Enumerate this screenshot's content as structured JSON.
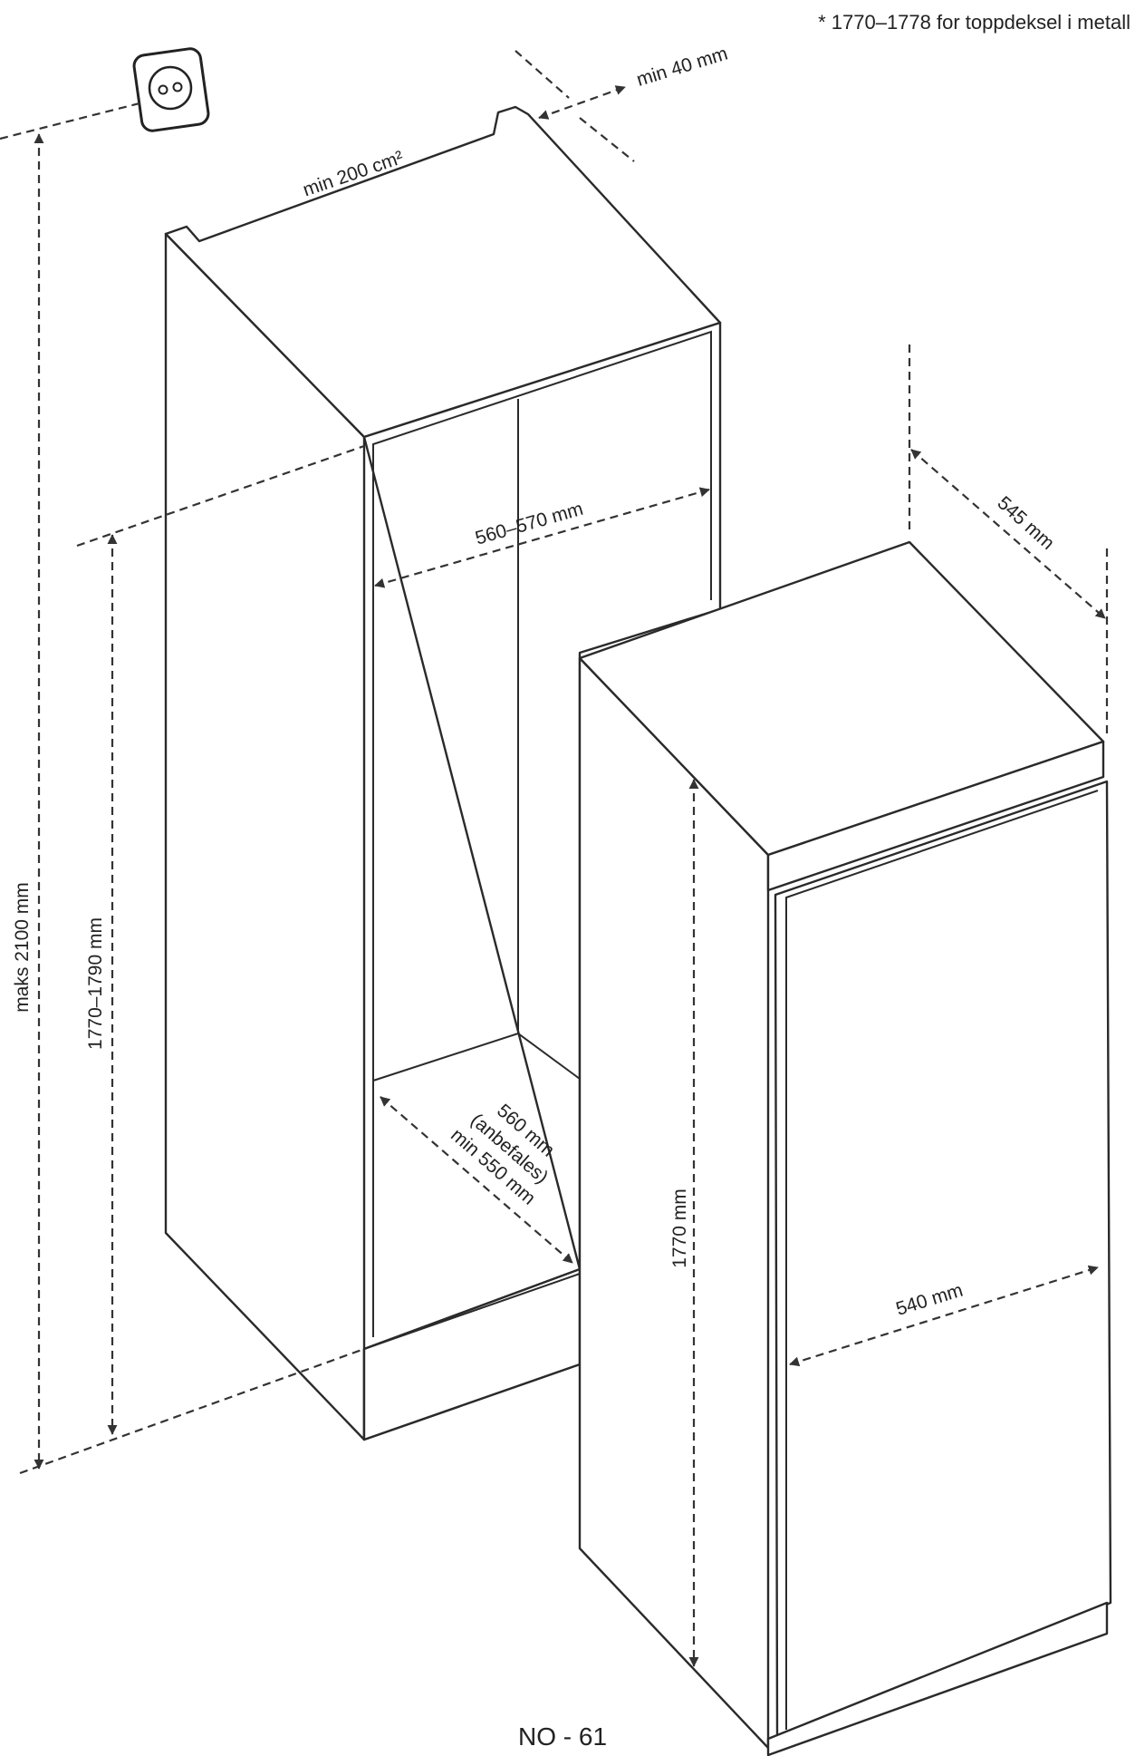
{
  "note": "* 1770–1778 for toppdeksel i metall",
  "page_number": "NO - 61",
  "labels": {
    "top_gap": "min 40 mm",
    "vent_area": "min 200 cm²",
    "niche_width": "560–570 mm",
    "niche_depth_line1": "560 mm",
    "niche_depth_line2": "(anbefales)",
    "niche_depth_line3": "min 550 mm",
    "max_height": "maks 2100 mm",
    "niche_height": "1770–1790 mm",
    "appliance_depth": "545 mm",
    "appliance_height": "1770 mm",
    "appliance_width": "540 mm"
  },
  "icons": {
    "socket": "power-socket-icon"
  },
  "colors": {
    "line": "#2a2a2a",
    "text": "#222222",
    "background": "#ffffff"
  }
}
